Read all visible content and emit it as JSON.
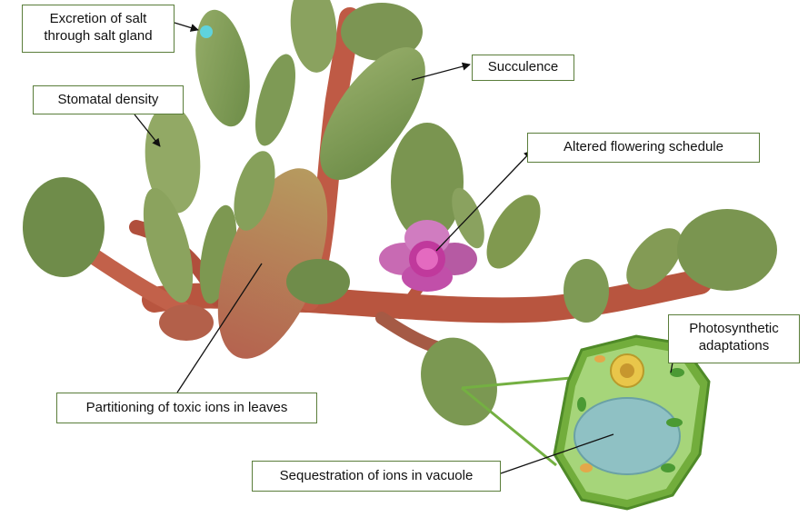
{
  "colors": {
    "callout_border": "#5a7d3a",
    "stem": "#b8553f",
    "leaf": "#7e9a55",
    "flower": "#c84fb1",
    "cell_wall": "#72ad3c",
    "vacuole": "#8fc1c4",
    "salt_dot": "#5fd3dd"
  },
  "callouts": {
    "excretion": [
      "Excretion of salt",
      "through salt gland"
    ],
    "succulence": "Succulence",
    "stomatal": "Stomatal density",
    "flowering": "Altered flowering schedule",
    "photosynthetic": [
      "Photosynthetic",
      "adaptations"
    ],
    "partitioning": "Partitioning of toxic ions in leaves",
    "sequestration": "Sequestration of ions in vacuole"
  }
}
